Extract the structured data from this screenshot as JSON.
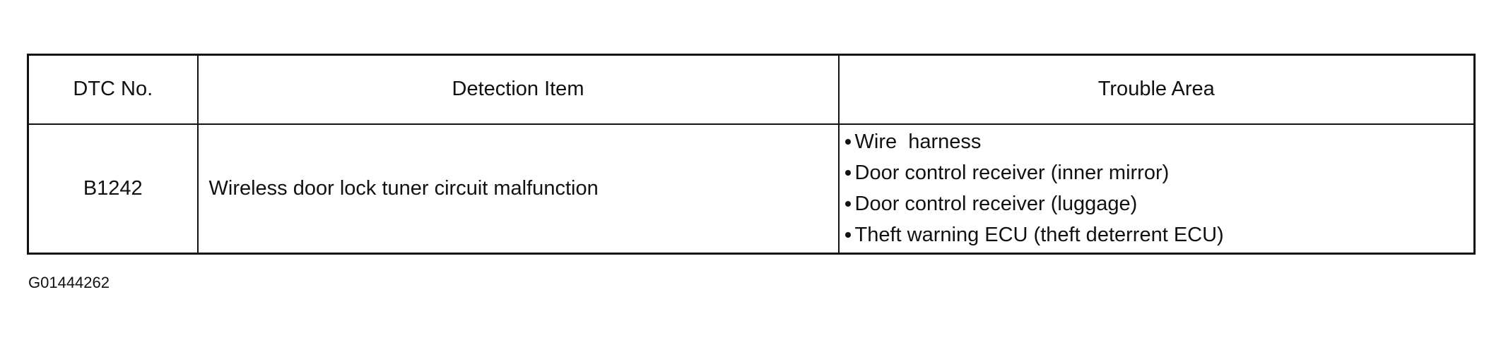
{
  "table": {
    "headers": {
      "dtc_no": "DTC No.",
      "detection_item": "Detection Item",
      "trouble_area": "Trouble Area"
    },
    "rows": [
      {
        "dtc_no": "B1242",
        "detection_item": "Wireless door lock tuner circuit malfunction",
        "trouble_area": [
          "Wire  harness",
          "Door control receiver (inner mirror)",
          "Door control receiver (luggage)",
          "Theft warning ECU (theft deterrent ECU)"
        ]
      }
    ]
  },
  "figure_id": "G01444262"
}
